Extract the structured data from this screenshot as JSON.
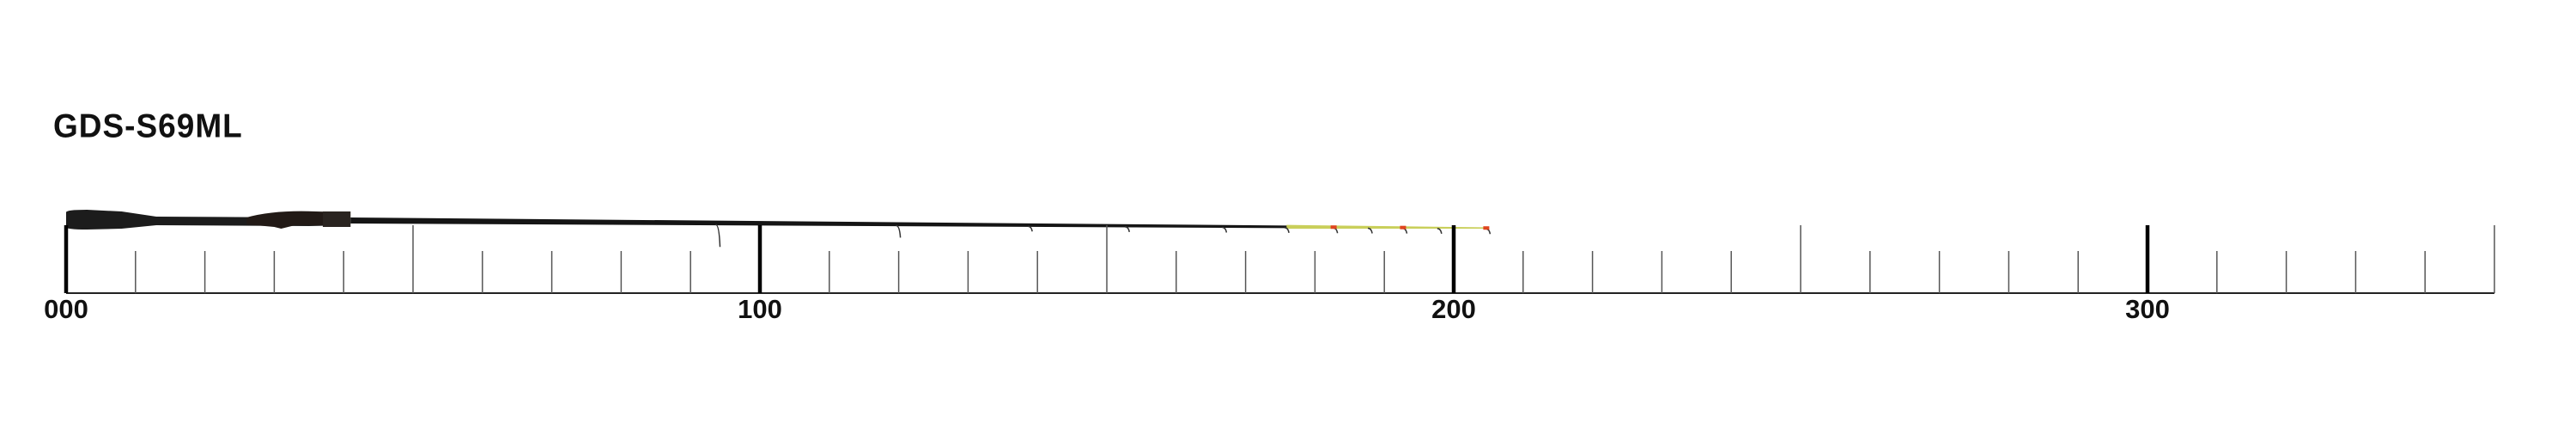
{
  "title": "GDS-S69ML",
  "ruler": {
    "unit": "cm",
    "min": 0,
    "max": 350,
    "minor_step": 10,
    "mid_step": 50,
    "major_step": 100,
    "labels": [
      {
        "value": 0,
        "text": "000"
      },
      {
        "value": 100,
        "text": "100"
      },
      {
        "value": 200,
        "text": "200"
      },
      {
        "value": 300,
        "text": "300"
      }
    ]
  },
  "rod": {
    "length_cm": 205,
    "grip_end_cm": 41,
    "tip_section_start_cm": 176,
    "guides_cm": [
      94,
      120,
      139,
      153,
      167,
      176,
      183,
      188,
      193,
      198,
      205
    ],
    "colors": {
      "blank": "#151515",
      "grip": "#1c1c1c",
      "tip": "#c9cf5a",
      "tip_wrap": "#e0451f",
      "ruler": "#222222"
    }
  }
}
